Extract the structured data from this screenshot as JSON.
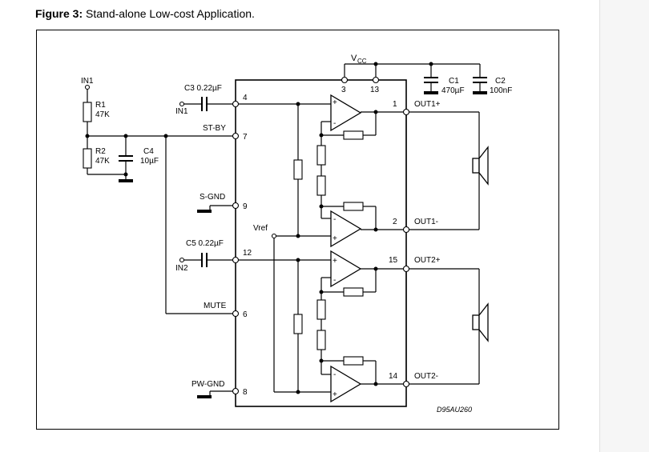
{
  "figure": {
    "number_label": "Figure 3:",
    "title": "Stand-alone Low-cost Application."
  },
  "diagram": {
    "code": "D95AU260",
    "supply": {
      "vcc_main": "V",
      "vcc_sub": "CC"
    },
    "pins": {
      "p4": "4",
      "p7": "7",
      "p9": "9",
      "p12": "12",
      "p6": "6",
      "p8": "8",
      "p3": "3",
      "p13": "13",
      "p1": "1",
      "p2": "2",
      "p15": "15",
      "p14": "14"
    },
    "pin_labels": {
      "st_by": "ST-BY",
      "s_gnd": "S-GND",
      "mute": "MUTE",
      "pw_gnd": "PW-GND",
      "vref": "Vref"
    },
    "inputs": {
      "in1_top": "IN1",
      "in1": "IN1",
      "in2": "IN2"
    },
    "components": {
      "r1_name": "R1",
      "r1_value": "47K",
      "r2_name": "R2",
      "r2_value": "47K",
      "c4_name": "C4",
      "c4_value": "10µF",
      "c3": "C3 0.22µF",
      "c5": "C5 0.22µF",
      "c1_name": "C1",
      "c1_value": "470µF",
      "c2_name": "C2",
      "c2_value": "100nF"
    },
    "outputs": {
      "out1p": "OUT1+",
      "out1m": "OUT1-",
      "out2p": "OUT2+",
      "out2m": "OUT2-"
    },
    "amp_signs": {
      "plus": "+",
      "minus": "-"
    }
  }
}
